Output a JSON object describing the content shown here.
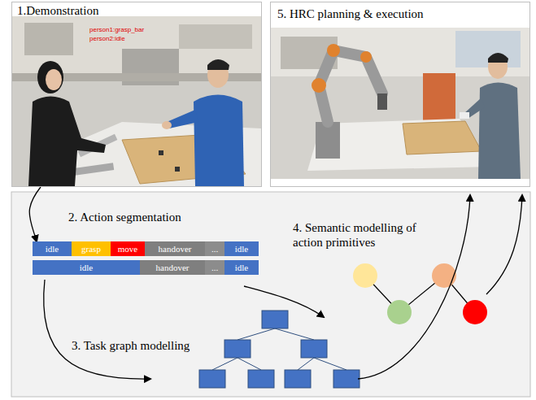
{
  "diagram": {
    "nodes": [
      {
        "text": [
          "1.Demonstration"
        ]
      },
      {
        "text": [
          "5. HRC planning & execution"
        ]
      },
      {
        "text": [
          "idle"
        ]
      },
      {
        "text": [
          "grasp"
        ]
      },
      {
        "text": [
          "move"
        ]
      },
      {
        "text": [
          "handover"
        ]
      },
      {
        "text": [
          "..."
        ]
      },
      {
        "text": [
          "idle"
        ]
      },
      {
        "text": [
          "idle"
        ]
      },
      {
        "text": [
          "handover"
        ]
      },
      {
        "text": [
          "..."
        ]
      },
      {
        "text": [
          "idle"
        ]
      }
    ],
    "edges": [
      {
        "from": 0,
        "to": 2,
        "arrow": "to"
      }
    ],
    "labels": [
      "person1:grasp_bar",
      "person2:idle",
      "2. Action segmentation",
      "3. Task graph modelling",
      "4. Semantic modelling of action primitives"
    ]
  }
}
